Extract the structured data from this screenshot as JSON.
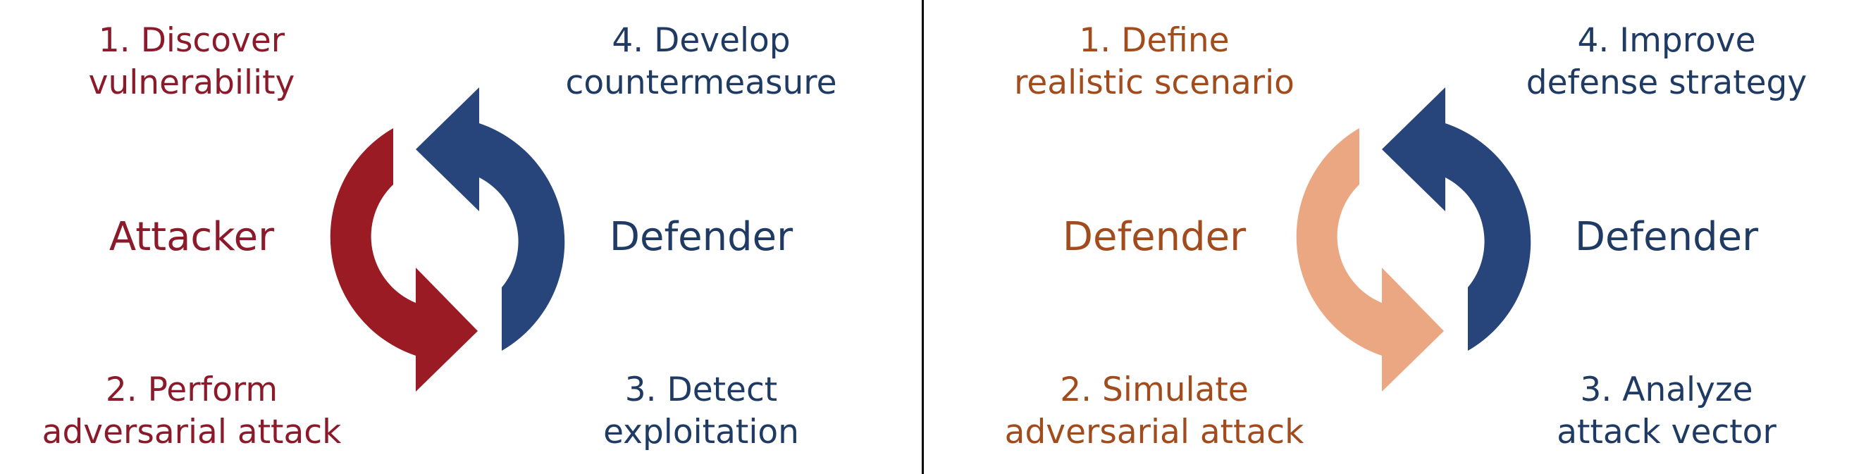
{
  "colors": {
    "attacker_red": "#9b1b24",
    "defender_blue": "#27457a",
    "defender_orange": "#a24c1e",
    "arrow_peach": "#eba682",
    "divider": "#000000"
  },
  "left_panel": {
    "step1": {
      "line1": "1. Discover",
      "line2": "vulnerability",
      "color": "#8b1a2a"
    },
    "step4": {
      "line1": "4. Develop",
      "line2": "countermeasure",
      "color": "#1f3a63"
    },
    "step2": {
      "line1": "2. Perform",
      "line2": "adversarial attack",
      "color": "#8b1a2a"
    },
    "step3": {
      "line1": "3. Detect",
      "line2": "exploitation",
      "color": "#1f3a63"
    },
    "role_left": {
      "text": "Attacker",
      "color": "#8b1a2a"
    },
    "role_right": {
      "text": "Defender",
      "color": "#1f3a63"
    },
    "arrow_left_color": "#9b1b24",
    "arrow_right_color": "#27457a"
  },
  "right_panel": {
    "step1": {
      "line1": "1. Define",
      "line2": "realistic scenario",
      "color": "#a24c1e"
    },
    "step4": {
      "line1": "4. Improve",
      "line2": "defense strategy",
      "color": "#1f3a63"
    },
    "step2": {
      "line1": "2. Simulate",
      "line2": "adversarial attack",
      "color": "#a24c1e"
    },
    "step3": {
      "line1": "3. Analyze",
      "line2": "attack vector",
      "color": "#1f3a63"
    },
    "role_left": {
      "text": "Defender",
      "color": "#a24c1e"
    },
    "role_right": {
      "text": "Defender",
      "color": "#1f3a63"
    },
    "arrow_left_color": "#eba682",
    "arrow_right_color": "#27457a"
  }
}
